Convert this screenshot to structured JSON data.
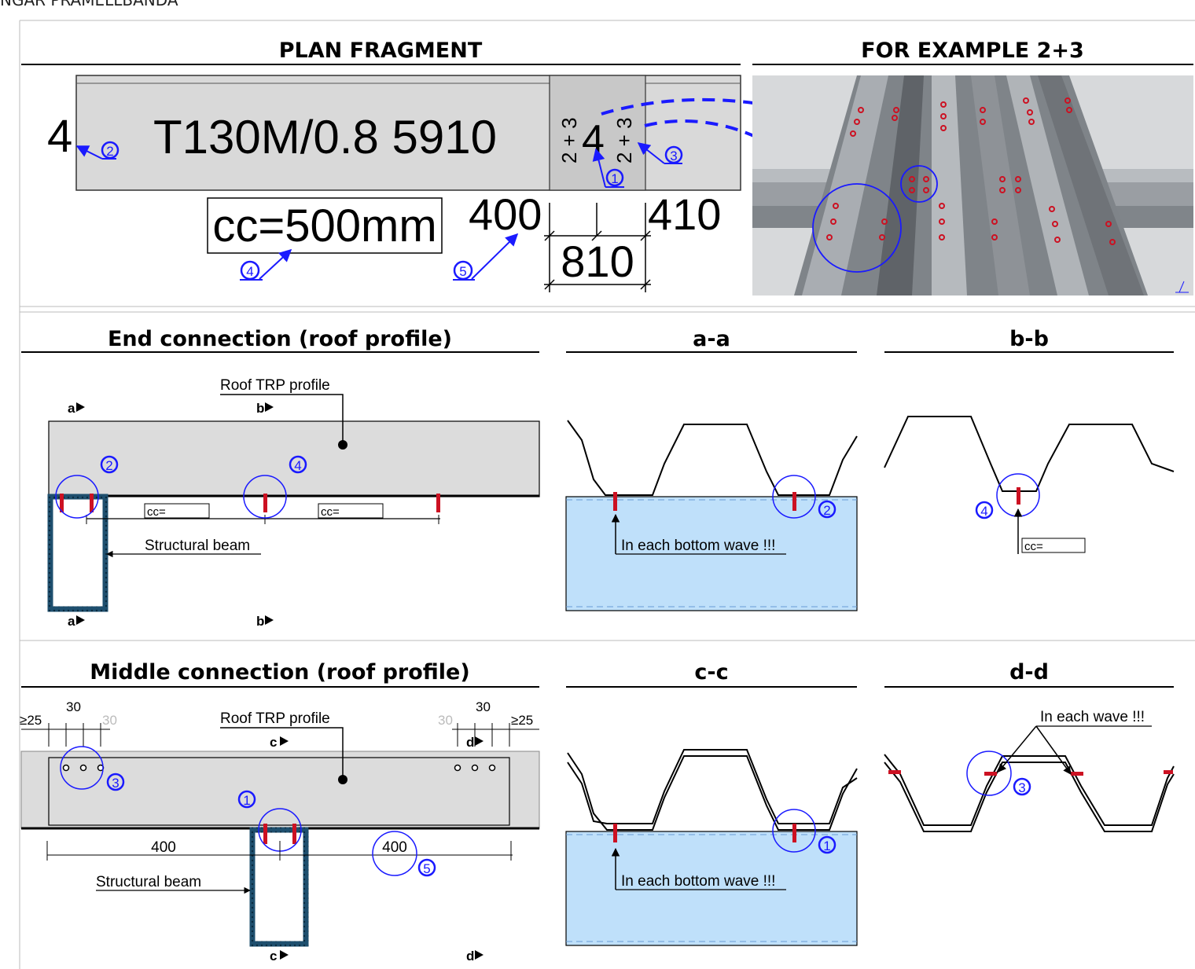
{
  "header_cut_text": "NGAR PRAMELLBANDA",
  "colors": {
    "blue": "#1a1aff",
    "red": "#cc1122",
    "beam": "#1e4f6e",
    "panel": "#d9d9d9",
    "water": "#bfe0fa"
  },
  "plan": {
    "title": "PLAN FRAGMENT",
    "count_left": "4",
    "profile": "T130M/0.8 5910",
    "count_mid": "4",
    "vert_label": "2 + 3",
    "cc": "cc=500mm",
    "dim_400": "400",
    "dim_410": "410",
    "dim_810": "810",
    "markers": [
      "1",
      "2",
      "3",
      "4",
      "5"
    ]
  },
  "example": {
    "title": "FOR EXAMPLE 2+3"
  },
  "end_conn": {
    "title": "End connection (roof profile)",
    "roof_label": "Roof TRP profile",
    "beam_label": "Structural beam",
    "cc_label": "cc=",
    "sec_a": "a",
    "sec_b": "b"
  },
  "aa": {
    "title": "a-a",
    "note": "In each bottom wave !!!"
  },
  "bb": {
    "title": "b-b",
    "cc_label": "cc="
  },
  "mid_conn": {
    "title": "Middle connection (roof profile)",
    "roof_label": "Roof TRP profile",
    "beam_label": "Structural beam",
    "dim_30": "30",
    "dim_25": "≥25",
    "dim_400": "400",
    "sec_c": "c",
    "sec_d": "d"
  },
  "cc_sec": {
    "title": "c-c",
    "note": "In each bottom wave !!!"
  },
  "dd": {
    "title": "d-d",
    "note": "In each wave !!!"
  }
}
